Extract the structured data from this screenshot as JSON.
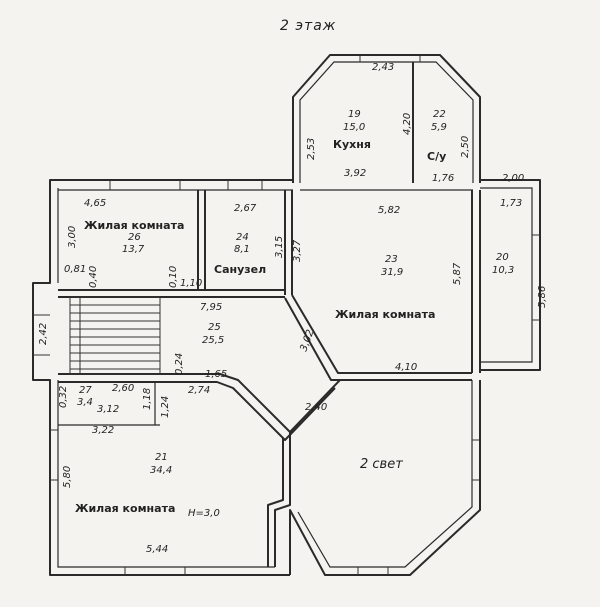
{
  "floor_title": "2 этаж",
  "rooms": {
    "kitchen": {
      "name": "Кухня",
      "num": "19",
      "area": "15,0"
    },
    "wc": {
      "name": "С/у",
      "num": "22",
      "area": "5,9"
    },
    "living_nw": {
      "name": "Жилая комната",
      "num": "26",
      "area": "13,7"
    },
    "bath": {
      "name": "Санузел",
      "num": "24",
      "area": "8,1"
    },
    "living_c": {
      "name": "Жилая комната",
      "num": "23",
      "area": "31,9"
    },
    "balcony": {
      "num": "20",
      "area": "10,3"
    },
    "hall": {
      "num": "25",
      "area": "25,5"
    },
    "store": {
      "num": "27",
      "area": "3,4"
    },
    "living_sw": {
      "name": "Жилая комната",
      "num": "21",
      "area": "34,4",
      "height": "H=3,0"
    },
    "void": {
      "name": "2 свет"
    }
  },
  "dims": {
    "d_243": "2,43",
    "d_253": "2,53",
    "d_420": "4,20",
    "d_250": "2,50",
    "d_392": "3,92",
    "d_176": "1,76",
    "d_200": "2,00",
    "d_173": "1,73",
    "d_465": "4,65",
    "d_267": "2,67",
    "d_582": "5,82",
    "d_300": "3,00",
    "d_315": "3,15",
    "d_327": "3,27",
    "d_587": "5,87",
    "d_586": "5,86",
    "d_081": "0,81",
    "d_040": "0,40",
    "d_010": "0,10",
    "d_110": "1,10",
    "d_242": "2,42",
    "d_795": "7,95",
    "d_302": "3,02",
    "d_410": "4,10",
    "d_024": "0,24",
    "d_165": "1,65",
    "d_274": "2,74",
    "d_260": "2,60",
    "d_032": "0,32",
    "d_312": "3,12",
    "d_118": "1,18",
    "d_124": "1,24",
    "d_240": "2,40",
    "d_322": "3,22",
    "d_580": "5,80",
    "d_544": "5,44"
  }
}
